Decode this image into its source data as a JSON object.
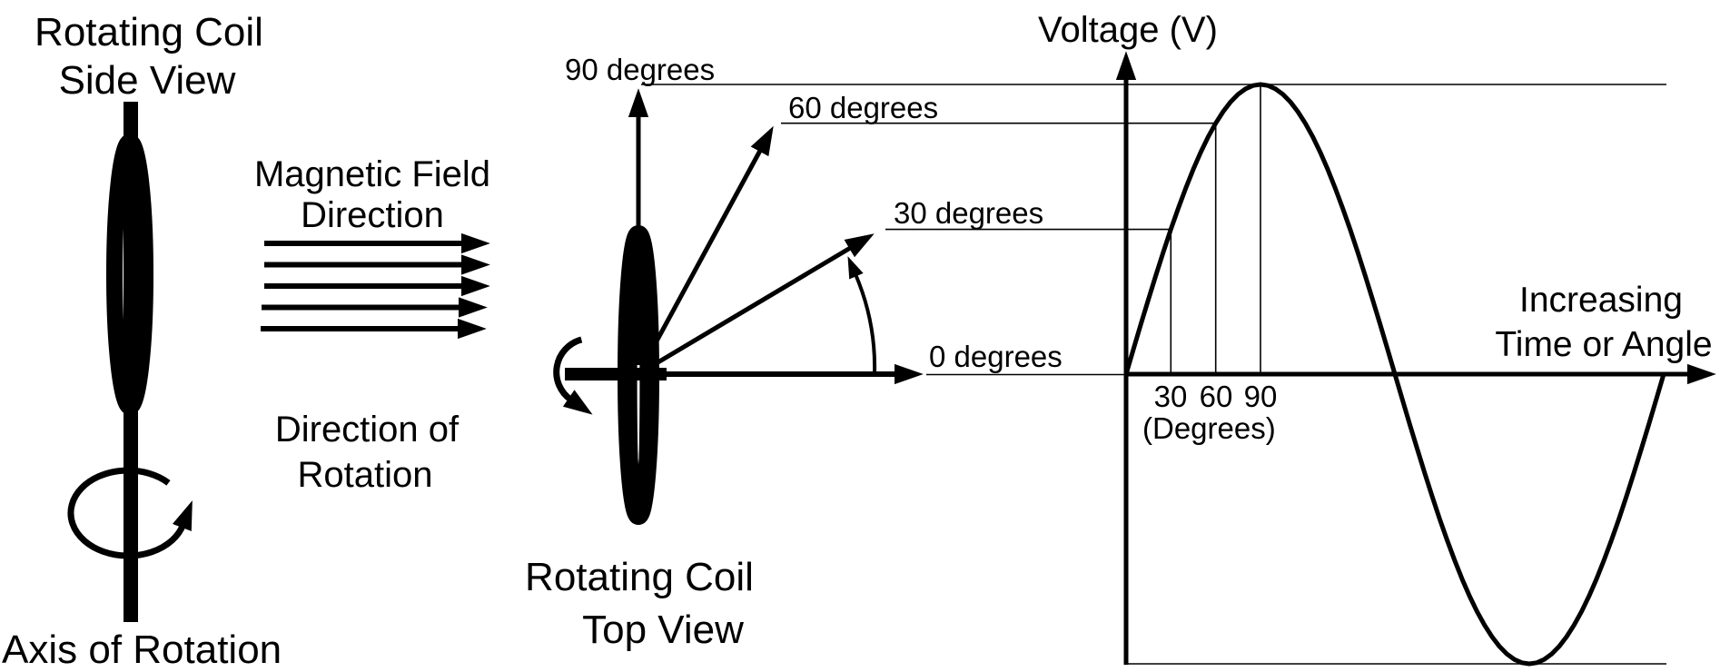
{
  "side_view": {
    "title_line1": "Rotating Coil",
    "title_line2": "Side View",
    "axis_caption": "Axis of Rotation"
  },
  "magnetic_field": {
    "label_line1": "Magnetic Field",
    "label_line2": "Direction",
    "arrow_count": 5
  },
  "rotation_direction": {
    "label_line1": "Direction of",
    "label_line2": "Rotation"
  },
  "top_view": {
    "title_line1": "Rotating Coil",
    "title_line2": "Top View",
    "angle_labels": {
      "deg90": "90 degrees",
      "deg60": "60 degrees",
      "deg30": "30 degrees",
      "deg0": "0 degrees"
    }
  },
  "graph": {
    "y_axis_label": "Voltage (V)",
    "x_axis_label_line1": "Increasing",
    "x_axis_label_line2": "Time or Angle",
    "tick_labels": {
      "t30": "30",
      "t60": "60",
      "t90": "90"
    },
    "tick_unit": "(Degrees)"
  },
  "colors": {
    "ink": "#000000",
    "background": "#ffffff"
  },
  "chart_data": {
    "type": "line",
    "title": "",
    "ylabel": "Voltage (V)",
    "xlabel": "Increasing Time or Angle",
    "x_range_degrees": [
      0,
      360
    ],
    "x_degrees": [
      0,
      30,
      60,
      90,
      120,
      150,
      180,
      210,
      240,
      270,
      300,
      330,
      360
    ],
    "values": [
      0,
      0.5,
      0.866,
      1,
      0.866,
      0.5,
      0,
      -0.5,
      -0.866,
      -1,
      -0.866,
      -0.5,
      0
    ],
    "x_ticks": [
      30,
      60,
      90
    ],
    "x_tick_unit": "(Degrees)",
    "annotated_angles": [
      "0 degrees",
      "30 degrees",
      "60 degrees",
      "90 degrees"
    ],
    "ylim": [
      -1,
      1
    ],
    "xlim": [
      0,
      390
    ],
    "grid": "thin reference lines at 30/60/90 degrees and at +peak / -peak voltage levels",
    "legend": "none"
  }
}
